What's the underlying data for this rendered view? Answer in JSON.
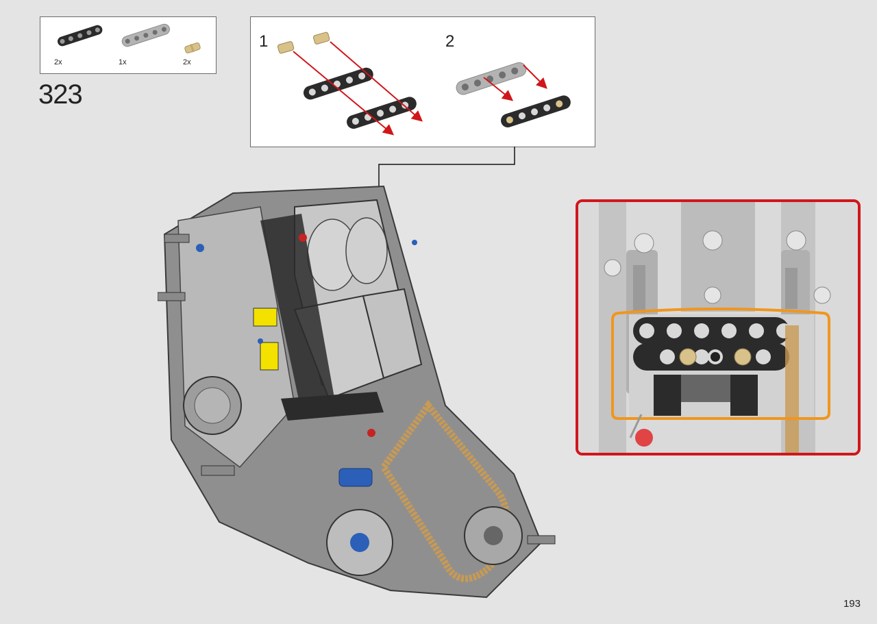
{
  "step": {
    "number": "323"
  },
  "parts_list": [
    {
      "count": "2x",
      "part": "black-beam-5-icon"
    },
    {
      "count": "1x",
      "part": "grey-beam-5-icon"
    },
    {
      "count": "2x",
      "part": "tan-pin-icon"
    }
  ],
  "substeps": [
    {
      "label": "1"
    },
    {
      "label": "2"
    }
  ],
  "callout": {
    "border_color": "#d0161b",
    "highlight_color": "#f0961e",
    "logo_icon": "akrapovic-logo-icon"
  },
  "page": {
    "number": "193"
  },
  "colors": {
    "background": "#e4e4e4",
    "arrow_red": "#d0161b",
    "technic_black": "#2b2b2b",
    "technic_grey": "#a5a5a5",
    "tan": "#d8c28a"
  }
}
